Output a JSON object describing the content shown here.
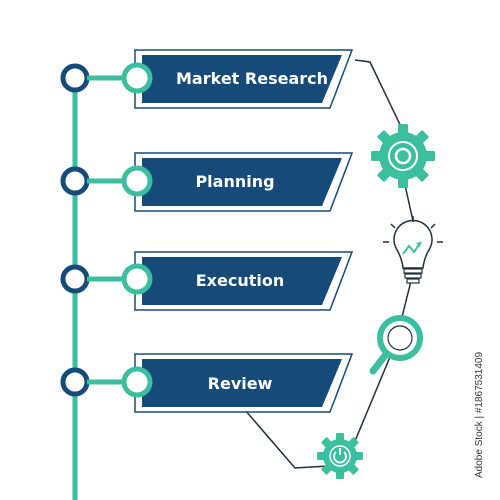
{
  "steps": [
    {
      "label": "Market Research"
    },
    {
      "label": "Planning"
    },
    {
      "label": "Execution"
    },
    {
      "label": "Review"
    }
  ],
  "colors": {
    "navy": "#164a78",
    "teal": "#3bbf9e",
    "line": "#1f2f3d",
    "white": "#ffffff"
  },
  "icons": [
    "gear-icon",
    "lightbulb-icon",
    "magnifier-icon",
    "small-gear-icon"
  ],
  "watermark": {
    "credit": "Adobe Stock | #1867531409"
  }
}
